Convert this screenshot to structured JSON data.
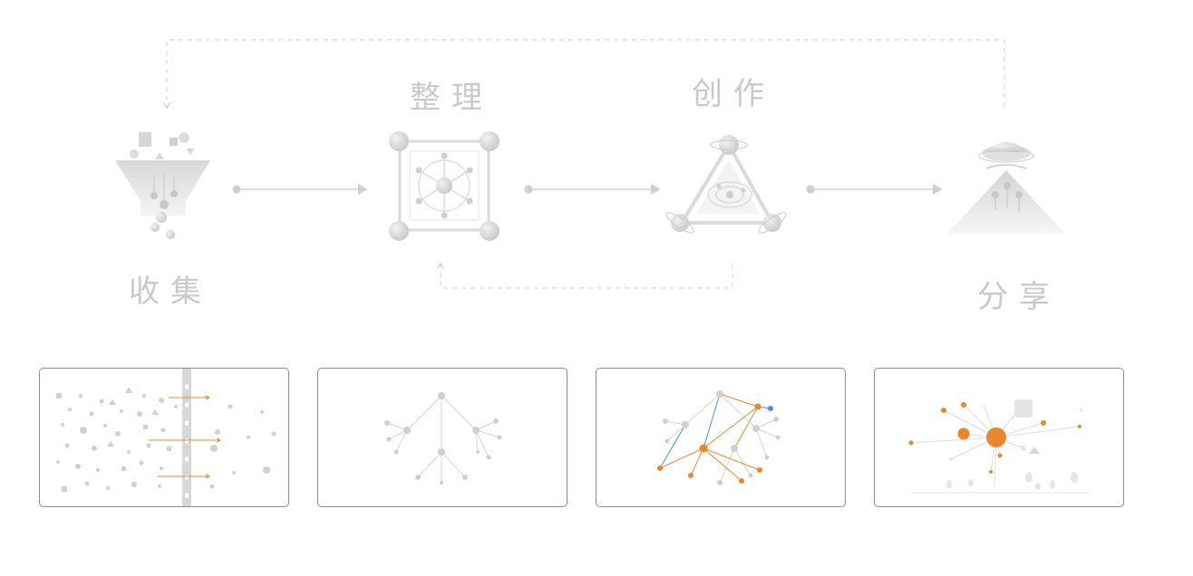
{
  "stages": {
    "collect": {
      "label": "收集",
      "icon": "funnel-icon"
    },
    "organize": {
      "label": "整理",
      "icon": "network-frame-icon"
    },
    "create": {
      "label": "创作",
      "icon": "orbit-triangle-icon"
    },
    "share": {
      "label": "分享",
      "icon": "broadcast-pyramid-icon"
    }
  },
  "colors": {
    "grey": "#d2d2d2",
    "grey_dark": "#c4c4c4",
    "orange": "#e8872e",
    "blue": "#4a8fe0",
    "panel_border": "#8a8a8a"
  },
  "panels": [
    {
      "name": "collect-preview",
      "icon": "filter-sieve-icon"
    },
    {
      "name": "organize-preview",
      "icon": "tree-graph-icon"
    },
    {
      "name": "create-preview",
      "icon": "linked-graph-icon"
    },
    {
      "name": "share-preview",
      "icon": "radial-graph-icon"
    }
  ]
}
